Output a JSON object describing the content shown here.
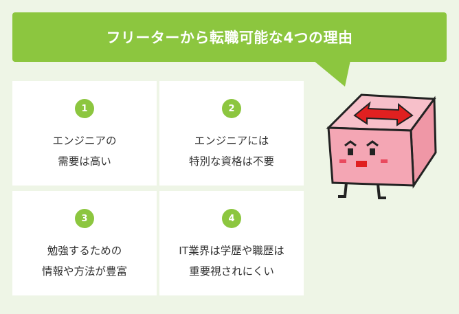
{
  "banner": {
    "title": "フリーターから転職可能な4つの理由"
  },
  "reasons": [
    {
      "number": "1",
      "line1": "エンジニアの",
      "line2": "需要は高い"
    },
    {
      "number": "2",
      "line1": "エンジニアには",
      "line2": "特別な資格は不要"
    },
    {
      "number": "3",
      "line1": "勉強するための",
      "line2": "情報や方法が豊富"
    },
    {
      "number": "4",
      "line1": "IT業界は学歴や職歴は",
      "line2": "重要視されにくい"
    }
  ],
  "colors": {
    "accent": "#8cc63f",
    "background": "#eef5e6",
    "card": "#ffffff",
    "text": "#333333",
    "mascot_body": "#f4a6b4",
    "mascot_arrow": "#e02020"
  },
  "mascot": {
    "icon": "pink-box-character-icon"
  }
}
